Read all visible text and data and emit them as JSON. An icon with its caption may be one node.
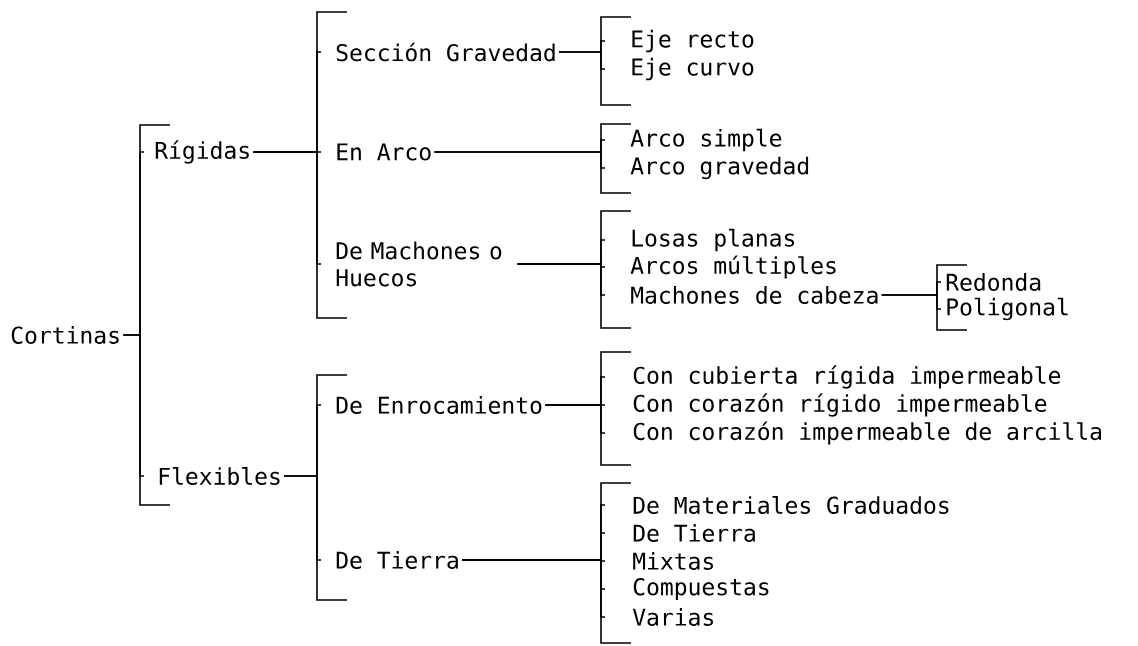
{
  "diagram": {
    "nodes": [
      {
        "text": [
          "Cortinas"
        ]
      },
      {
        "text": [
          "Rígidas"
        ]
      },
      {
        "text": [
          "Flexibles"
        ]
      },
      {
        "text": [
          "Sección Gravedad"
        ]
      },
      {
        "text": [
          "En Arco"
        ]
      },
      {
        "text": [
          "De Machones o Huecos"
        ]
      },
      {
        "text": [
          "Eje recto"
        ]
      },
      {
        "text": [
          "Eje curvo"
        ]
      },
      {
        "text": [
          "Arco simple"
        ]
      },
      {
        "text": [
          "Arco gravedad"
        ]
      },
      {
        "text": [
          "Losas planas"
        ]
      },
      {
        "text": [
          "Arcos múltiples"
        ]
      },
      {
        "text": [
          "Machones de cabeza"
        ]
      },
      {
        "text": [
          "Redonda"
        ]
      },
      {
        "text": [
          "Poligonal"
        ]
      },
      {
        "text": [
          "De Enrocamiento"
        ]
      },
      {
        "text": [
          "De Tierra"
        ]
      },
      {
        "text": [
          "Con cubierta rígida impermeable"
        ]
      },
      {
        "text": [
          "Con corazón rígido impermeable"
        ]
      },
      {
        "text": [
          "Con corazón impermeable de arcilla"
        ]
      },
      {
        "text": [
          "De Materiales Graduados"
        ]
      },
      {
        "text": [
          "De Tierra"
        ]
      },
      {
        "text": [
          "Mixtas"
        ]
      },
      {
        "text": [
          "Compuestas"
        ]
      },
      {
        "text": [
          "Varias"
        ]
      }
    ],
    "edges": [
      {
        "from": 0,
        "to": 1,
        "arrow": "none"
      },
      {
        "from": 0,
        "to": 2,
        "arrow": "none"
      },
      {
        "from": 1,
        "to": 3,
        "arrow": "none"
      },
      {
        "from": 1,
        "to": 4,
        "arrow": "none"
      },
      {
        "from": 1,
        "to": 5,
        "arrow": "none"
      },
      {
        "from": 3,
        "to": 6,
        "arrow": "none"
      },
      {
        "from": 3,
        "to": 7,
        "arrow": "none"
      },
      {
        "from": 4,
        "to": 8,
        "arrow": "none"
      },
      {
        "from": 4,
        "to": 9,
        "arrow": "none"
      },
      {
        "from": 5,
        "to": 10,
        "arrow": "none"
      },
      {
        "from": 5,
        "to": 11,
        "arrow": "none"
      },
      {
        "from": 5,
        "to": 12,
        "arrow": "none"
      },
      {
        "from": 12,
        "to": 13,
        "arrow": "none"
      },
      {
        "from": 12,
        "to": 14,
        "arrow": "none"
      },
      {
        "from": 2,
        "to": 15,
        "arrow": "none"
      },
      {
        "from": 2,
        "to": 16,
        "arrow": "none"
      },
      {
        "from": 15,
        "to": 17,
        "arrow": "none"
      },
      {
        "from": 15,
        "to": 18,
        "arrow": "none"
      },
      {
        "from": 15,
        "to": 19,
        "arrow": "none"
      },
      {
        "from": 16,
        "to": 20,
        "arrow": "none"
      },
      {
        "from": 16,
        "to": 21,
        "arrow": "none"
      },
      {
        "from": 16,
        "to": 22,
        "arrow": "none"
      },
      {
        "from": 16,
        "to": 23,
        "arrow": "none"
      },
      {
        "from": 16,
        "to": 24,
        "arrow": "none"
      }
    ]
  }
}
